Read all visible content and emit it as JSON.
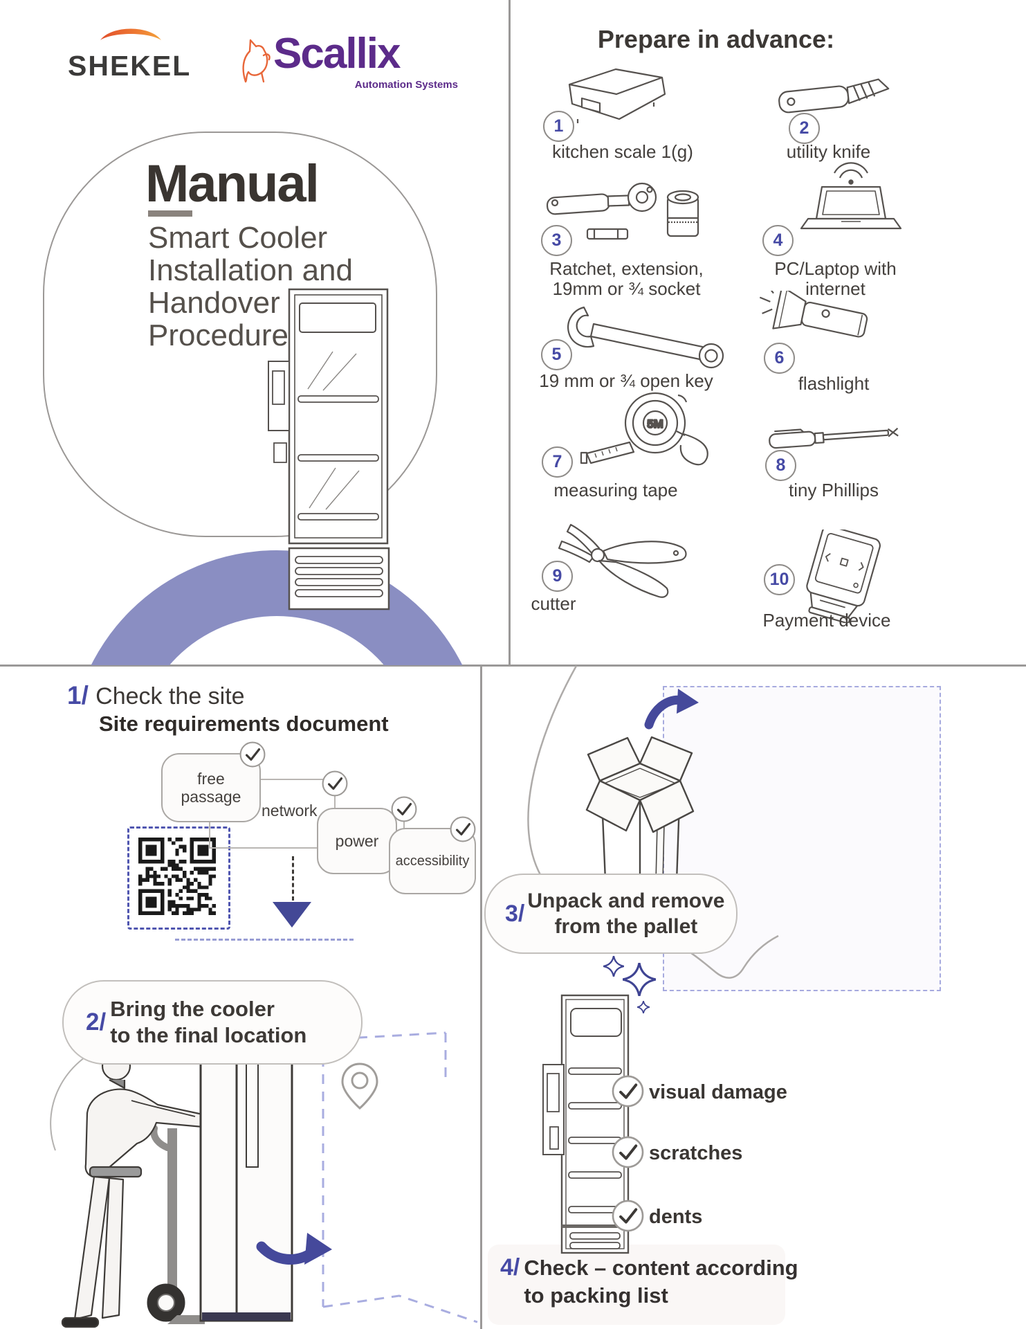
{
  "header": {
    "shekel_logo": "SHEKEL",
    "scallix_logo": "Scallix",
    "scallix_tagline": "Automation Systems"
  },
  "title": {
    "heading": "Manual",
    "subtitle_lines": [
      "Smart Cooler",
      "Installation and",
      "Handover",
      "Procedure"
    ]
  },
  "prepare": {
    "heading": "Prepare in advance:",
    "items": [
      {
        "num": "1",
        "label": "kitchen scale 1(g)",
        "icon": "kitchen-scale-icon"
      },
      {
        "num": "2",
        "label": "utility knife",
        "icon": "utility-knife-icon"
      },
      {
        "num": "3",
        "label": "Ratchet, extension,\n19mm or ¾ socket",
        "icon": "ratchet-socket-icon"
      },
      {
        "num": "4",
        "label": "PC/Laptop with\ninternet",
        "icon": "laptop-wifi-icon"
      },
      {
        "num": "5",
        "label": "19 mm or ¾ open key",
        "icon": "open-wrench-icon"
      },
      {
        "num": "6",
        "label": "flashlight",
        "icon": "flashlight-icon"
      },
      {
        "num": "7",
        "label": "measuring tape",
        "icon": "measuring-tape-icon"
      },
      {
        "num": "8",
        "label": "tiny Phillips",
        "icon": "phillips-screwdriver-icon"
      },
      {
        "num": "9",
        "label": "cutter",
        "icon": "cutter-icon"
      },
      {
        "num": "10",
        "label": "Payment device",
        "icon": "payment-device-icon"
      }
    ]
  },
  "step1": {
    "num": "1/",
    "title": "Check the site",
    "subtitle": "Site requirements document"
  },
  "flowchart": {
    "node1": "free passage",
    "node2": "network",
    "node3": "power",
    "node4": "accessibility"
  },
  "step2": {
    "num": "2/",
    "line1": "Bring the cooler",
    "line2": "to the final location"
  },
  "step3": {
    "num": "3/",
    "line1": "Unpack and remove",
    "line2": "from the pallet"
  },
  "step4": {
    "num": "4/",
    "line1": "Check – content according",
    "line2": "to packing list"
  },
  "checklist": {
    "item1": "visual damage",
    "item2": "scratches",
    "item3": "dents"
  },
  "tape_label": "5M",
  "colors": {
    "accent": "#464aa5",
    "arc": "#8a8ec2",
    "logo_purple": "#5c2b8a",
    "logo_orange": "#e8673a",
    "dash_purple": "#a6aade",
    "line_gray": "#55514e"
  }
}
